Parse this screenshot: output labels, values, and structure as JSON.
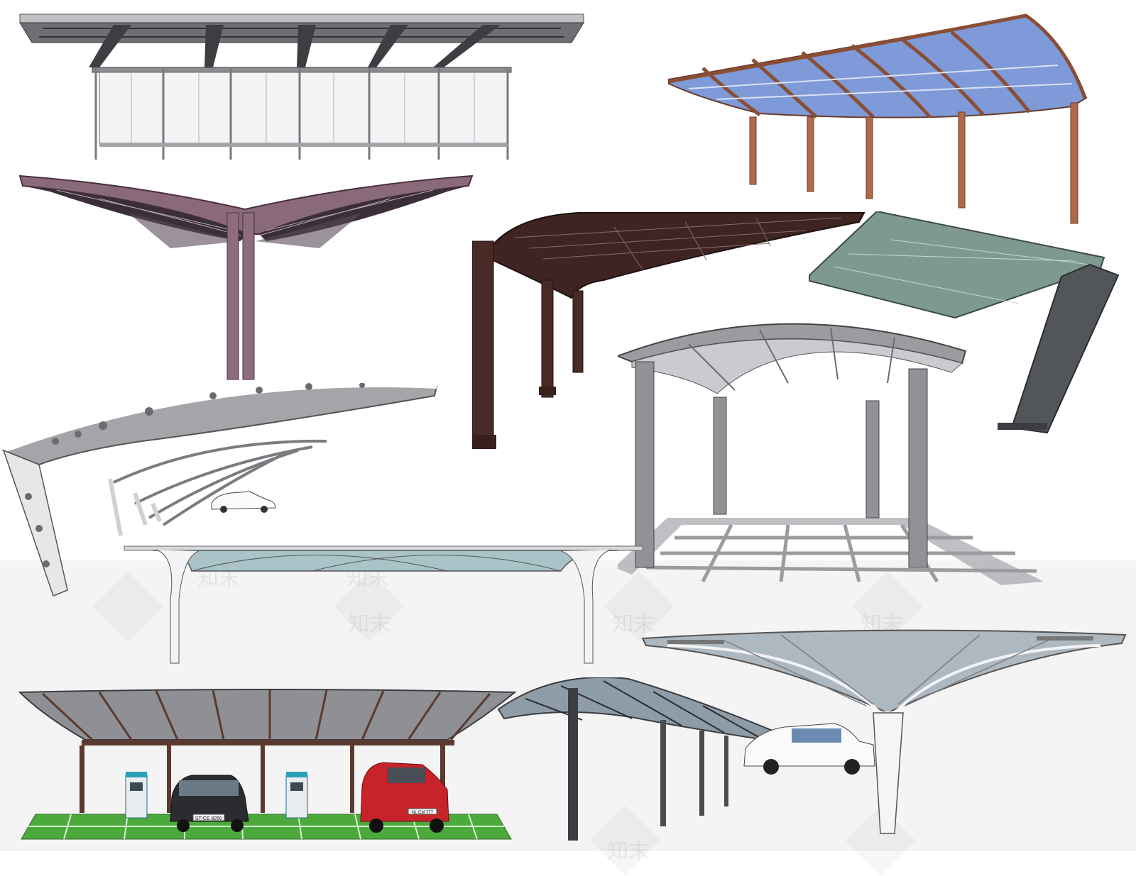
{
  "watermark": {
    "glyph": "知末"
  },
  "car_plates": {
    "black_sedan": "ST-CE 8250",
    "red_suv": "NL CM 777"
  },
  "colors": {
    "steel_grey": "#8a8c90",
    "dark_steel": "#3b3d42",
    "purple_steel": "#7a5a6a",
    "rust_brown": "#8a4e34",
    "dark_brown": "#3e2522",
    "glass_blue": "#6f8fd0",
    "turf_green": "#4caa3c",
    "car_red": "#c8222a"
  }
}
